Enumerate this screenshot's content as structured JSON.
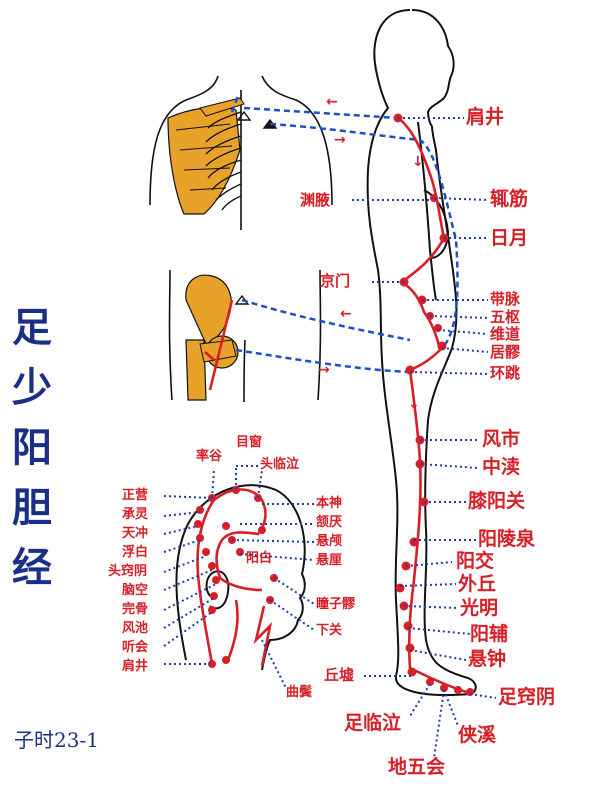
{
  "title_chars": [
    "足",
    "少",
    "阳",
    "胆",
    "经"
  ],
  "caption": "子时23-1",
  "colors": {
    "meridian": "#d61f26",
    "guide": "#1c50c8",
    "title": "#1c2f86",
    "bone": "#e8a22a",
    "outline": "#111111"
  },
  "labels": {
    "jianjing": "肩井",
    "yuanye": "渊腋",
    "zhejin": "辄筋",
    "riyue": "日月",
    "jingmen": "京门",
    "daimai": "带脉",
    "wushu": "五枢",
    "weidao": "维道",
    "juliao": "居髎",
    "huantiao": "环跳",
    "fengshi": "风市",
    "zhongdu": "中渎",
    "xiyangguan": "膝阳关",
    "yanglingquan": "阳陵泉",
    "yangjiao": "阳交",
    "waiqiu": "外丘",
    "guangming": "光明",
    "yangfu": "阳辅",
    "xuanzhong": "悬钟",
    "qiuxu": "丘墟",
    "zuqiaoyin": "足窍阴",
    "zulinqi": "足临泣",
    "xiaxi": "侠溪",
    "diwuhui": "地五会",
    "shuaigu": "率谷",
    "muchuang": "目窗",
    "toulinqi": "头临泣",
    "zhengying": "正营",
    "chengling": "承灵",
    "tianchong": "天冲",
    "fubai": "浮白",
    "touqiaoyin": "头窍阴",
    "naokong": "脑空",
    "wangu": "完骨",
    "fengchi": "风池",
    "tinghui": "听会",
    "jianjing2": "肩井",
    "benshen": "本神",
    "hanyan": "颔厌",
    "xuanlu": "悬颅",
    "xuanli": "悬厘",
    "yangbai": "阳白",
    "tongziliao": "瞳子髎",
    "shangguan": "下关",
    "qubin": "曲鬓"
  }
}
